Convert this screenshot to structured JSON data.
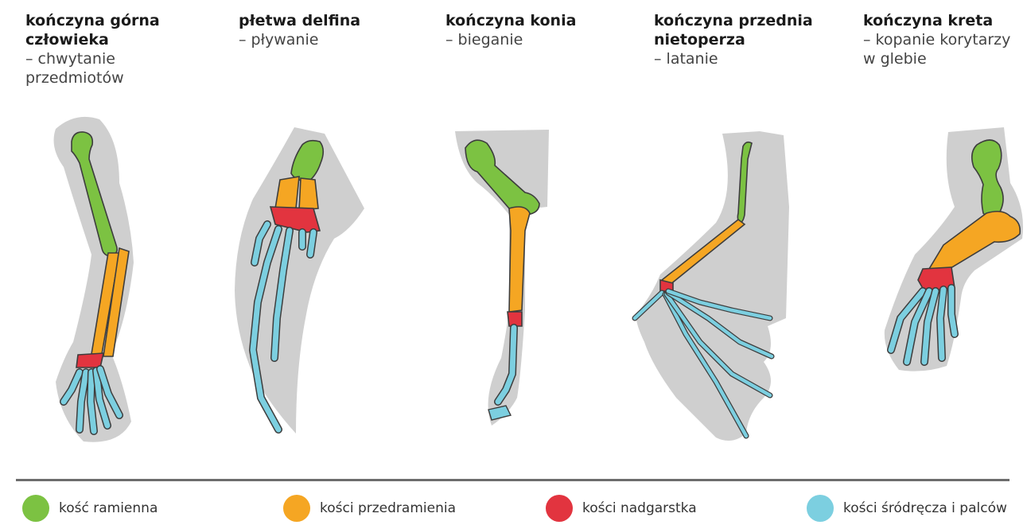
{
  "columns": [
    {
      "title": "kończyna górna\nczłowieka",
      "desc": "– chwytanie\nprzedmiotów"
    },
    {
      "title": "płetwa delfina",
      "desc": "– pływanie"
    },
    {
      "title": "kończyna konia",
      "desc": "– bieganie"
    },
    {
      "title": "kończyna przednia\nnietoperza",
      "desc": "– latanie"
    },
    {
      "title": "kończyna kreta",
      "desc": "– kopanie korytarzy\nw glebie"
    }
  ],
  "legend": [
    {
      "label": "kość ramienna",
      "color": "#7cc242"
    },
    {
      "label": "kości przedramienia",
      "color": "#f5a623"
    },
    {
      "label": "kości nadgarstka",
      "color": "#e2343f"
    },
    {
      "label": "kości śródręcza i palców",
      "color": "#7ccfe0"
    }
  ],
  "colors": {
    "silhouette": "#cfcfcf",
    "humerus": "#7cc242",
    "forearm": "#f5a623",
    "carpal": "#e2343f",
    "digits": "#7ccfe0",
    "outline": "#3d3d3d"
  }
}
